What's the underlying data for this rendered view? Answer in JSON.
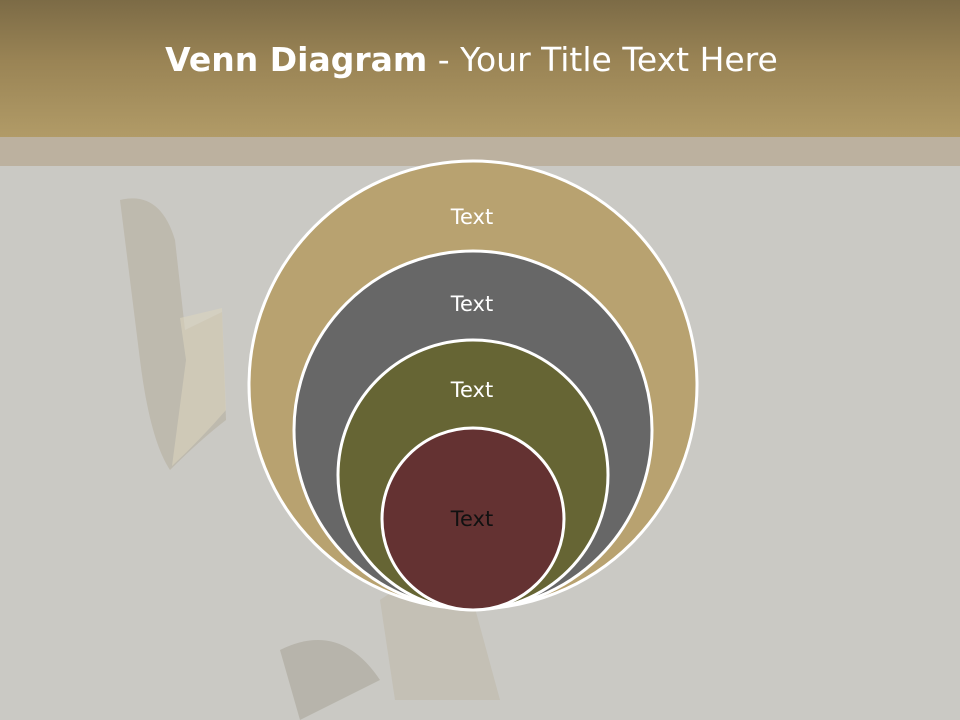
{
  "slide": {
    "title_bold": "Venn Diagram",
    "title_rest": " - Your Title Text Here"
  },
  "diagram": {
    "circles": [
      {
        "label": "Text",
        "color": "#b8a270"
      },
      {
        "label": "Text",
        "color": "#676767"
      },
      {
        "label": "Text",
        "color": "#666534"
      },
      {
        "label": "Text",
        "color": "#643232"
      }
    ],
    "outline_color": "#ffffff"
  },
  "colors": {
    "header": "#9a8455",
    "band": "#bcb19f",
    "background": "#cac9c4"
  }
}
